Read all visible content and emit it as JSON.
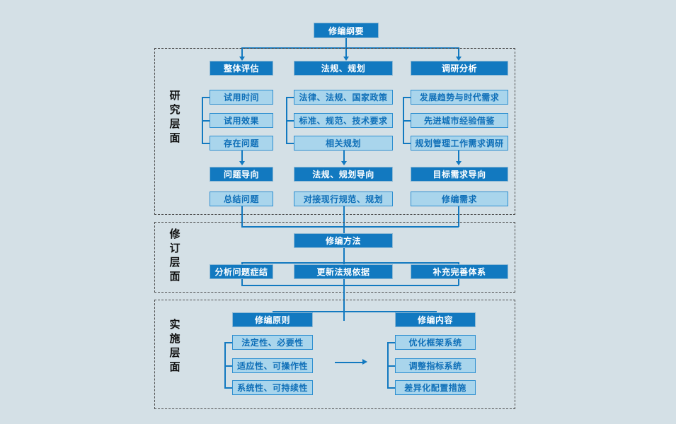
{
  "diagram": {
    "title": "修编纲要",
    "background_color": "#d4e0e6",
    "dark_box_color": "#1279c0",
    "light_box_color": "#a9d5ec",
    "line_color": "#1279c0",
    "sections": [
      {
        "id": "research",
        "label": "研究层面",
        "label_chars": [
          "研",
          "究",
          "层",
          "面"
        ]
      },
      {
        "id": "revision",
        "label": "修订层面",
        "label_chars": [
          "修",
          "订",
          "层",
          "面"
        ]
      },
      {
        "id": "implementation",
        "label": "实施层面",
        "label_chars": [
          "实",
          "施",
          "层",
          "面"
        ]
      }
    ],
    "research": {
      "columns": [
        {
          "header": "整体评估",
          "items": [
            "试用时间",
            "试用效果",
            "存在问题"
          ],
          "orientation": "问题导向",
          "result": "总结问题"
        },
        {
          "header": "法规、规划",
          "items": [
            "法律、法规、国家政策",
            "标准、规范、技术要求",
            "相关规划"
          ],
          "orientation": "法规、规划导向",
          "result": "对接现行规范、规划"
        },
        {
          "header": "调研分析",
          "items": [
            "发展趋势与时代需求",
            "先进城市经验借鉴",
            "规划管理工作需求调研"
          ],
          "orientation": "目标需求导向",
          "result": "修编需求"
        }
      ]
    },
    "revision": {
      "header": "修编方法",
      "items": [
        "分析问题症结",
        "更新法规依据",
        "补充完善体系"
      ]
    },
    "implementation": {
      "columns": [
        {
          "header": "修编原则",
          "items": [
            "法定性、必要性",
            "适应性、可操作性",
            "系统性、可持续性"
          ]
        },
        {
          "header": "修编内容",
          "items": [
            "优化框架系统",
            "调整指标系统",
            "差异化配置措施"
          ]
        }
      ]
    }
  }
}
